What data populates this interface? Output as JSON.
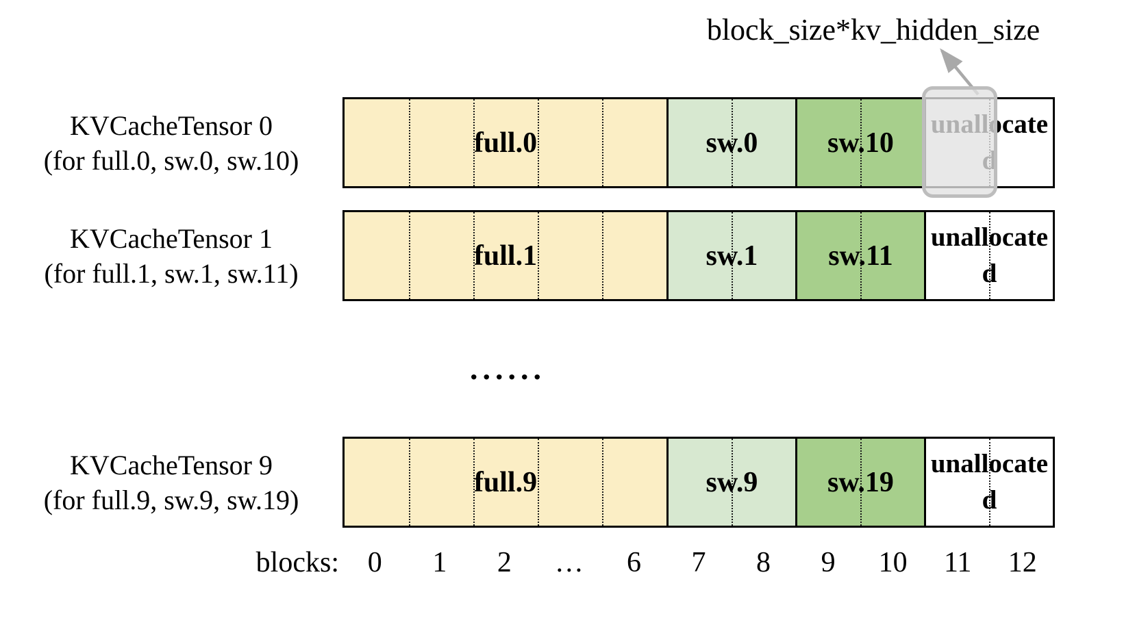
{
  "annotation": {
    "label": "block_size*kv_hidden_size"
  },
  "ellipsis": "......",
  "colors": {
    "full": "#FBEEC5",
    "sw_light": "#D7E8D0",
    "sw_dark": "#A7CF8C",
    "unallocated": "#FFFFFF",
    "highlight_fill": "rgba(226,226,226,0.78)",
    "highlight_border": "#BDBDBD",
    "arrow": "#A9A9A9"
  },
  "rows": [
    {
      "title": "KVCacheTensor 0",
      "subtitle": "(for full.0, sw.0, sw.10)",
      "segments": [
        {
          "label": "full.0"
        },
        {
          "label": "sw.0"
        },
        {
          "label": "sw.10"
        },
        {
          "label": "unallocated"
        }
      ]
    },
    {
      "title": "KVCacheTensor 1",
      "subtitle": "(for full.1, sw.1, sw.11)",
      "segments": [
        {
          "label": "full.1"
        },
        {
          "label": "sw.1"
        },
        {
          "label": "sw.11"
        },
        {
          "label": "unallocated"
        }
      ]
    },
    {
      "title": "KVCacheTensor 9",
      "subtitle": "(for full.9, sw.9, sw.19)",
      "segments": [
        {
          "label": "full.9"
        },
        {
          "label": "sw.9"
        },
        {
          "label": "sw.19"
        },
        {
          "label": "unallocated"
        }
      ]
    }
  ],
  "axis": {
    "label": "blocks:",
    "ticks": [
      "0",
      "1",
      "2",
      "…",
      "6",
      "7",
      "8",
      "9",
      "10",
      "11",
      "12"
    ]
  }
}
